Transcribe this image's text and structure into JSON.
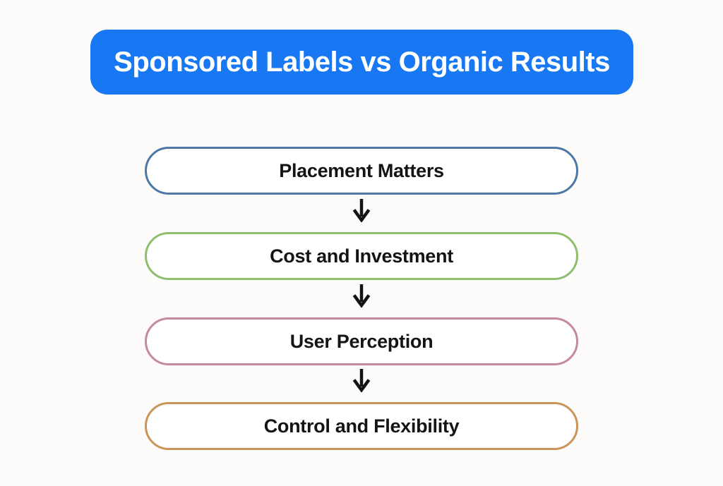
{
  "header": {
    "title": "Sponsored Labels vs Organic Results",
    "bg_color": "#1877f2",
    "text_color": "#ffffff"
  },
  "flow": {
    "connector": "down-arrow",
    "nodes": [
      {
        "label": "Placement Matters",
        "border_color": "#4d78a3"
      },
      {
        "label": "Cost and Investment",
        "border_color": "#8fbf6e"
      },
      {
        "label": "User Perception",
        "border_color": "#c289a1"
      },
      {
        "label": "Control and Flexibility",
        "border_color": "#c9955b"
      }
    ]
  },
  "colors": {
    "background": "#fcfbfa",
    "node_fill": "#ffffff",
    "node_text": "#141414",
    "arrow": "#141414"
  }
}
